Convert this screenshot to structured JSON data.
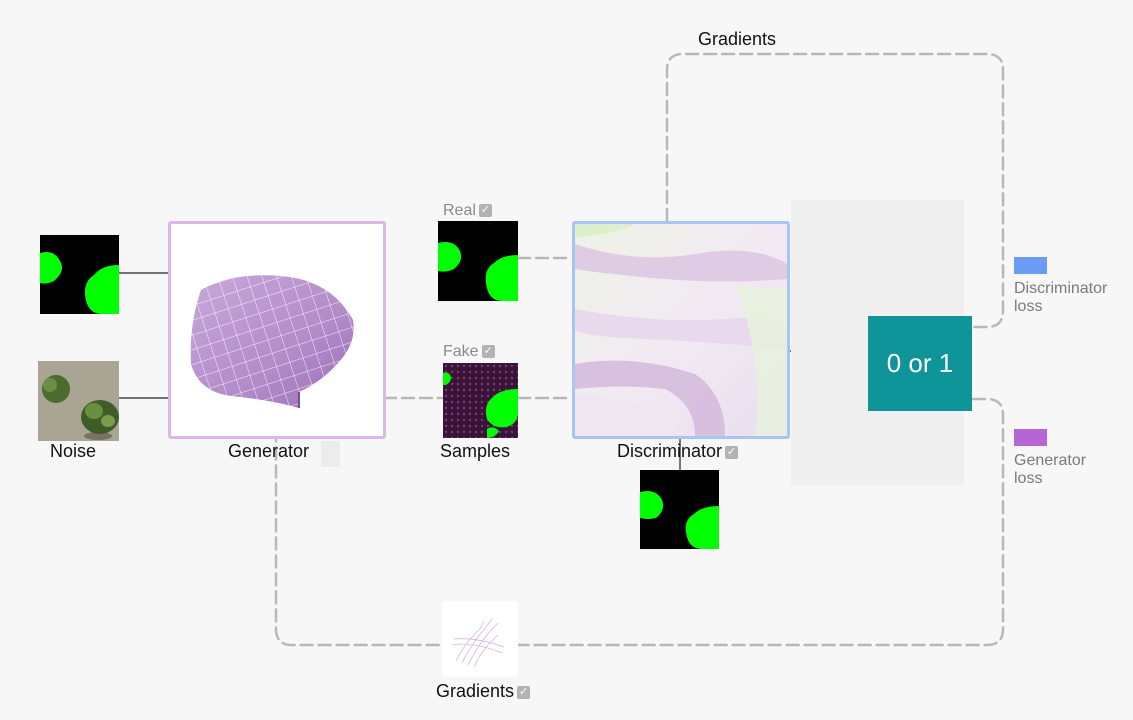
{
  "labels": {
    "gradients_top": "Gradients",
    "noise": "Noise",
    "generator": "Generator",
    "real": "Real",
    "fake": "Fake",
    "samples": "Samples",
    "discriminator": "Discriminator",
    "output": "0 or 1",
    "gradients_bottom": "Gradients"
  },
  "legend": {
    "discriminator_loss": {
      "line1": "Discriminator",
      "line2": "loss",
      "color": "#6b9cf5"
    },
    "generator_loss": {
      "line1": "Generator",
      "line2": "loss",
      "color": "#b565d6"
    }
  },
  "colors": {
    "generator_border": "#d9b7e6",
    "discriminator_border": "#a8c4f5",
    "output_fill": "#0e9499",
    "dashed_wire": "#b8b8b8",
    "mask_green": "#00ff00"
  },
  "icons": {
    "checkbox": "checkbox-checked-icon"
  }
}
